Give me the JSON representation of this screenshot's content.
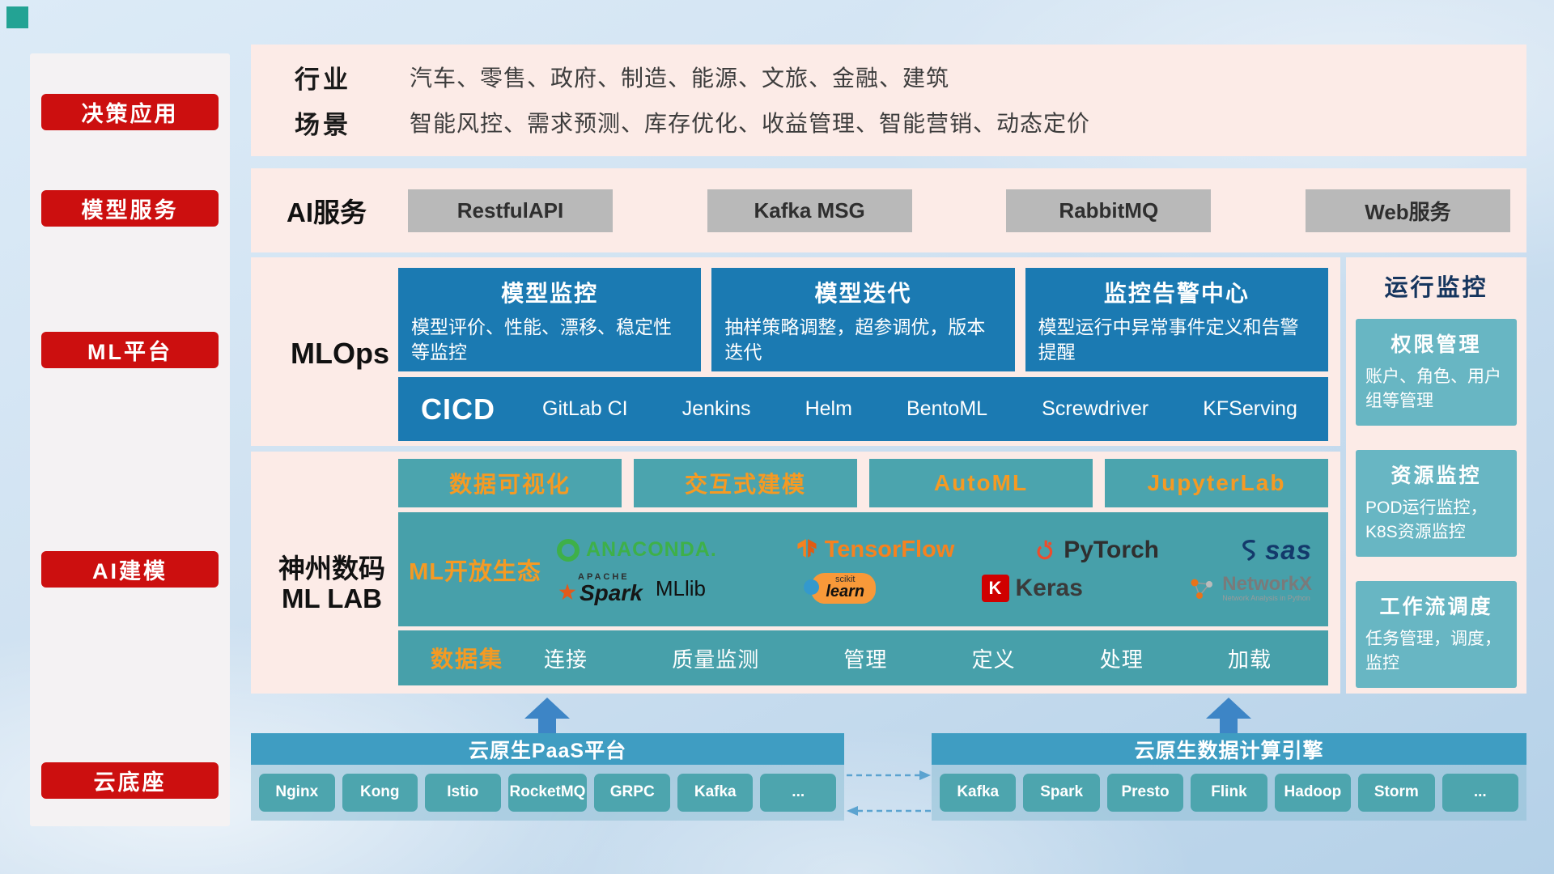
{
  "colors": {
    "accent_red": "#cc0f0f",
    "panel_pink": "#fcebe7",
    "blue_card": "#1b7ab2",
    "teal_card": "#47a0aa",
    "teal_light_card": "#68b6c3",
    "orange_text": "#f59a23",
    "gray_button": "#b9b9b9",
    "bar_header_teal": "#3f9dc2",
    "arrow_blue": "#3d85c6",
    "corner_square": "#23a394"
  },
  "sidebar": {
    "items": [
      "决策应用",
      "模型服务",
      "ML平台",
      "AI建模",
      "云底座"
    ]
  },
  "industry": {
    "label": "行业",
    "text": "汽车、零售、政府、制造、能源、文旅、金融、建筑"
  },
  "scene": {
    "label": "场景",
    "text": "智能风控、需求预测、库存优化、收益管理、智能营销、动态定价"
  },
  "ai_service": {
    "label": "AI服务",
    "buttons": [
      "RestfulAPI",
      "Kafka MSG",
      "RabbitMQ",
      "Web服务"
    ]
  },
  "mlops": {
    "label": "MLOps",
    "cards": [
      {
        "title": "模型监控",
        "desc": "模型评价、性能、漂移、稳定性等监控"
      },
      {
        "title": "模型迭代",
        "desc": "抽样策略调整，超参调优，版本迭代"
      },
      {
        "title": "监控告警中心",
        "desc": "模型运行中异常事件定义和告警提醒"
      }
    ],
    "cicd_title": "CICD",
    "cicd_tools": [
      "GitLab CI",
      "Jenkins",
      "Helm",
      "BentoML",
      "Screwdriver",
      "KFServing"
    ]
  },
  "mllab": {
    "label_line1": "神州数码",
    "label_line2": "ML LAB",
    "top_buttons": [
      "数据可视化",
      "交互式建模",
      "AutoML",
      "JupyterLab"
    ],
    "eco_label": "ML开放生态",
    "logos": {
      "anaconda": "ANACONDA.",
      "tensorflow": "TensorFlow",
      "pytorch": "PyTorch",
      "sas": "sas",
      "apache": "APACHE",
      "spark": "Spark",
      "mllib": "MLlib",
      "scikit": "scikit",
      "learn": "learn",
      "keras_k": "K",
      "keras": "Keras",
      "networkx": "NetworkX",
      "networkx_sub": "Network Analysis in Python"
    },
    "dataset_label": "数据集",
    "dataset_items": [
      "连接",
      "质量监测",
      "管理",
      "定义",
      "处理",
      "加载"
    ]
  },
  "monitor": {
    "title": "运行监控",
    "cards": [
      {
        "title": "权限管理",
        "desc": "账户、角色、用户组等管理"
      },
      {
        "title": "资源监控",
        "desc": "POD运行监控，K8S资源监控"
      },
      {
        "title": "工作流调度",
        "desc": "任务管理，调度，监控"
      }
    ]
  },
  "paas": {
    "title": "云原生PaaS平台",
    "items": [
      "Nginx",
      "Kong",
      "Istio",
      "RocketMQ",
      "GRPC",
      "Kafka",
      "..."
    ]
  },
  "engine": {
    "title": "云原生数据计算引擎",
    "items": [
      "Kafka",
      "Spark",
      "Presto",
      "Flink",
      "Hadoop",
      "Storm",
      "..."
    ]
  }
}
